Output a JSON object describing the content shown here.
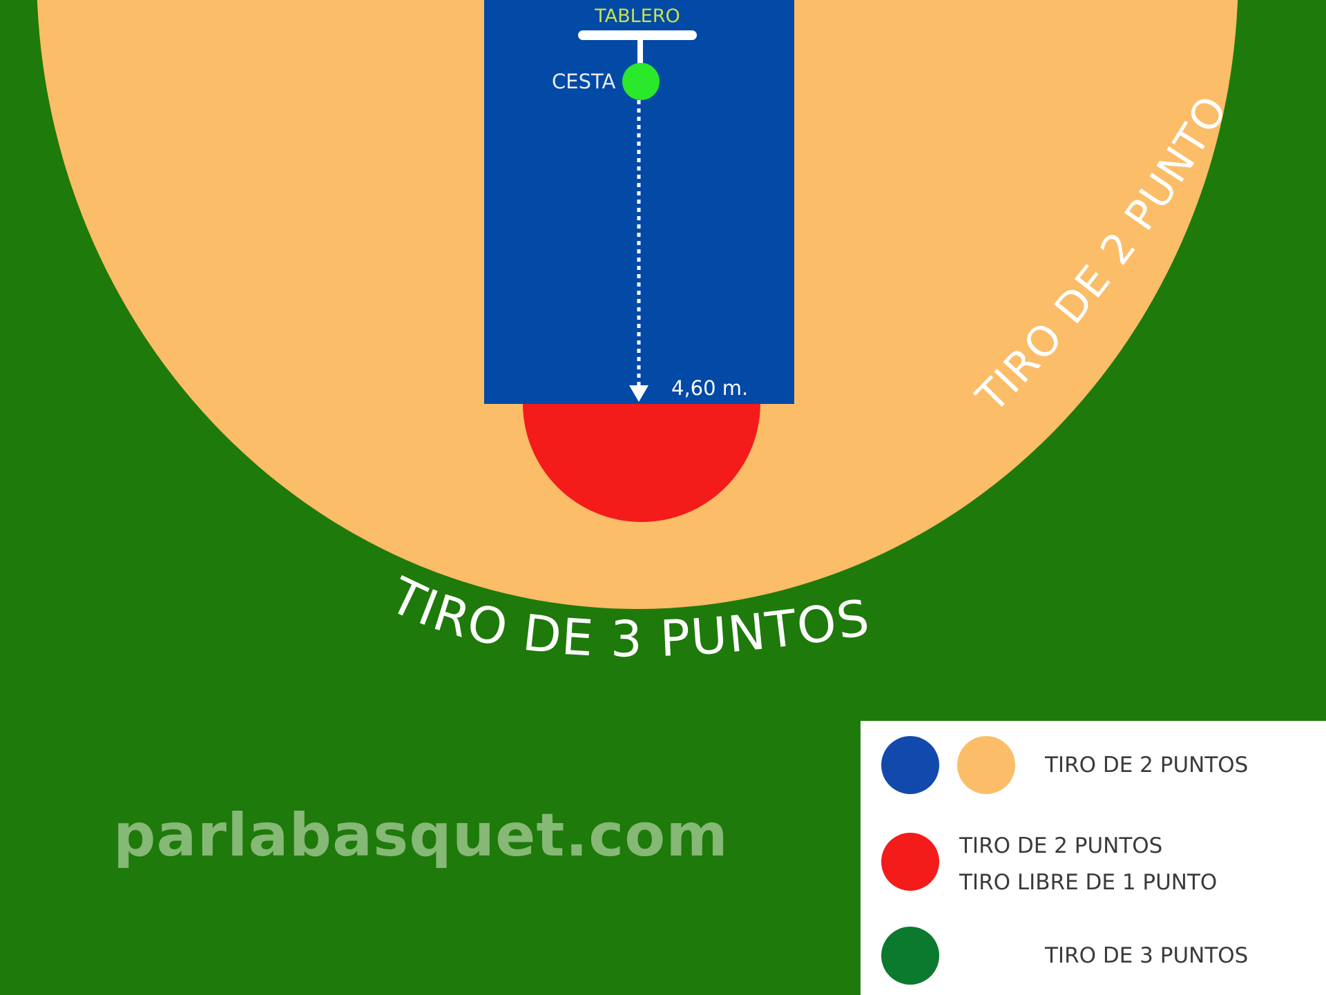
{
  "colors": {
    "three_point_area": "#1e7a0a",
    "two_point_area": "#fbbd67",
    "paint": "#0349a6",
    "free_throw_semicircle": "#f41b1b",
    "basket": "#2ae82a",
    "tablero_label": "#c7e34a",
    "legend_blue": "#1249ad",
    "legend_orange": "#fbbd67",
    "legend_red": "#f41b1b",
    "legend_green": "#0b7a2e",
    "watermark": "#86b876"
  },
  "labels": {
    "tablero": "TABLERO",
    "cesta": "CESTA",
    "distance": "4,60 m.",
    "two_point_arc": "TIRO DE 2 PUNTOS",
    "three_point_arc": "TIRO DE 3 PUNTOS"
  },
  "legend": {
    "row1": "TIRO DE 2 PUNTOS",
    "row2_line1": "TIRO DE 2 PUNTOS",
    "row2_line2": "TIRO LIBRE DE 1 PUNTO",
    "row3": "TIRO DE 3 PUNTOS"
  },
  "watermark": "parlabasquet.com"
}
